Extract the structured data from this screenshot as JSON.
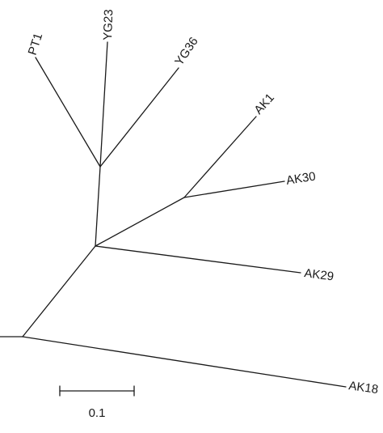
{
  "tree": {
    "leaves": {
      "pt1": "PT1",
      "yg23": "YG23",
      "yg36": "YG36",
      "ak1": "AK1",
      "ak30": "AK30",
      "ak29": "AK29",
      "ak18": "AK18"
    },
    "scale_bar": {
      "label": "0.1",
      "length": 0.1
    }
  },
  "colors": {
    "ink": "#1a1a1a",
    "background": "#ffffff"
  }
}
